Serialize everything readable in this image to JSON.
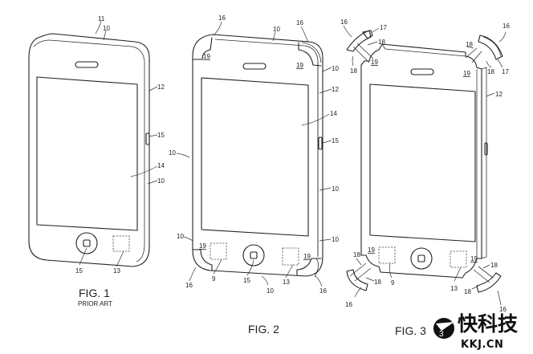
{
  "figures": [
    {
      "id": "fig1",
      "caption": "FIG. 1",
      "subcaption": "PRIOR ART",
      "refs": {
        "device": "11",
        "top_edge": "10",
        "side_band": "12",
        "side_button": "15",
        "screen": "14",
        "side_edge": "10",
        "home_button": "15",
        "sensor": "13"
      }
    },
    {
      "id": "fig2",
      "caption": "FIG. 2",
      "refs": {
        "corner_tl": "16",
        "top_edge": "10",
        "corner_tr": "16",
        "inner_tl": "19",
        "inner_tr": "19",
        "right_edge_top": "10",
        "side_band": "12",
        "screen": "14",
        "side_button": "15",
        "left_arrow": "10",
        "right_edge_mid": "10",
        "left_edge_low": "10",
        "right_edge_low": "10",
        "inner_bl": "19",
        "inner_br": "19",
        "sensor_left": "9",
        "home_button": "15",
        "sensor_right": "13",
        "bottom_edge": "10",
        "corner_bl": "16",
        "corner_br": "16"
      }
    },
    {
      "id": "fig3",
      "caption": "FIG. 3",
      "refs": {
        "bumper_tl": "16",
        "pad_tl": "17",
        "pin_tl_a": "18",
        "pin_tl_b": "18",
        "inner_tl": "19",
        "bumper_tr": "16",
        "pin_tr_a": "18",
        "pin_tr_b": "18",
        "pad_tr": "17",
        "inner_tr": "19",
        "side_band": "12",
        "inner_bl": "19",
        "pin_bl_a": "18",
        "pin_bl_b": "18",
        "sensor_left": "9",
        "sensor_right": "13",
        "inner_br": "19",
        "pin_br_a": "18",
        "pin_br_b": "18",
        "bumper_bl": "16",
        "bumper_br": "16"
      }
    }
  ],
  "watermark": {
    "chinese": "快科技",
    "latin": "KKJ.CN",
    "badge_glyph": "3"
  }
}
